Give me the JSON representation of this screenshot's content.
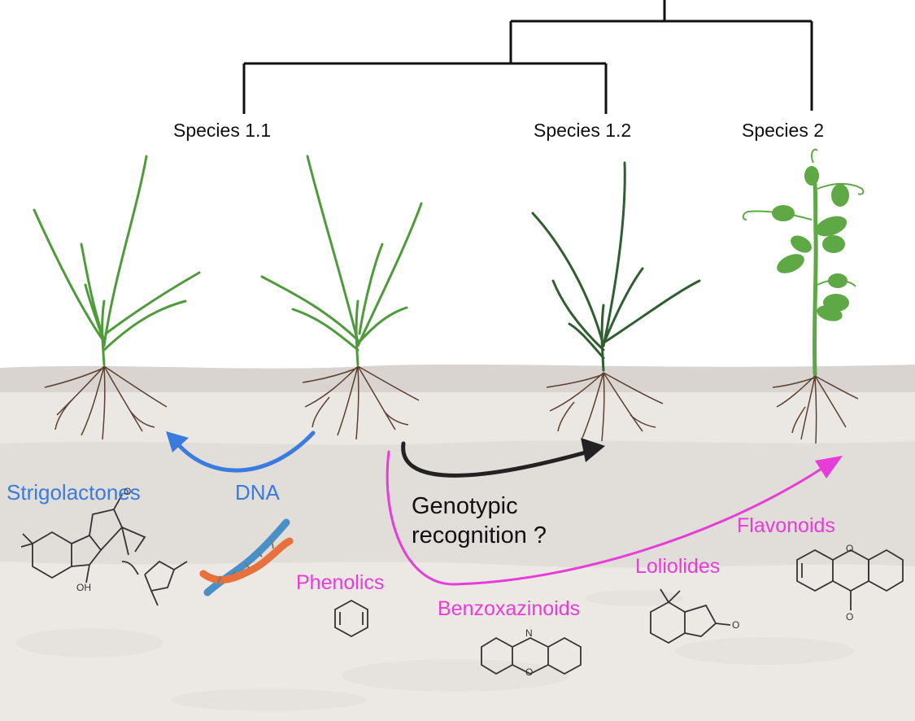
{
  "species": {
    "s11": "Species 1.1",
    "s12": "Species 1.2",
    "s2": "Species 2"
  },
  "signals": {
    "strigolactones": "Strigolactones",
    "dna": "DNA",
    "phenolics": "Phenolics",
    "benzoxazinoids": "Benzoxazinoids",
    "loliolides": "Loliolides",
    "flavonoids": "Flavonoids"
  },
  "recognition": {
    "line1": "Genotypic",
    "line2": "recognition ?"
  },
  "molecule_atoms": {
    "oxygen": "O",
    "hydroxyl": "OH",
    "nitrogen": "N"
  },
  "colors": {
    "tree": "#111111",
    "blue_arrow": "#3a7be0",
    "black_arrow": "#222222",
    "magenta_arrow": "#e83cd8",
    "grass": "#4f9a3a",
    "dark_grass": "#2f5f30",
    "pea": "#5fa846",
    "root": "#5a4030",
    "soil_top": "#d9d4cf",
    "soil_mid": "#ebe8e4",
    "soil_deep": "#e1ddd9"
  }
}
